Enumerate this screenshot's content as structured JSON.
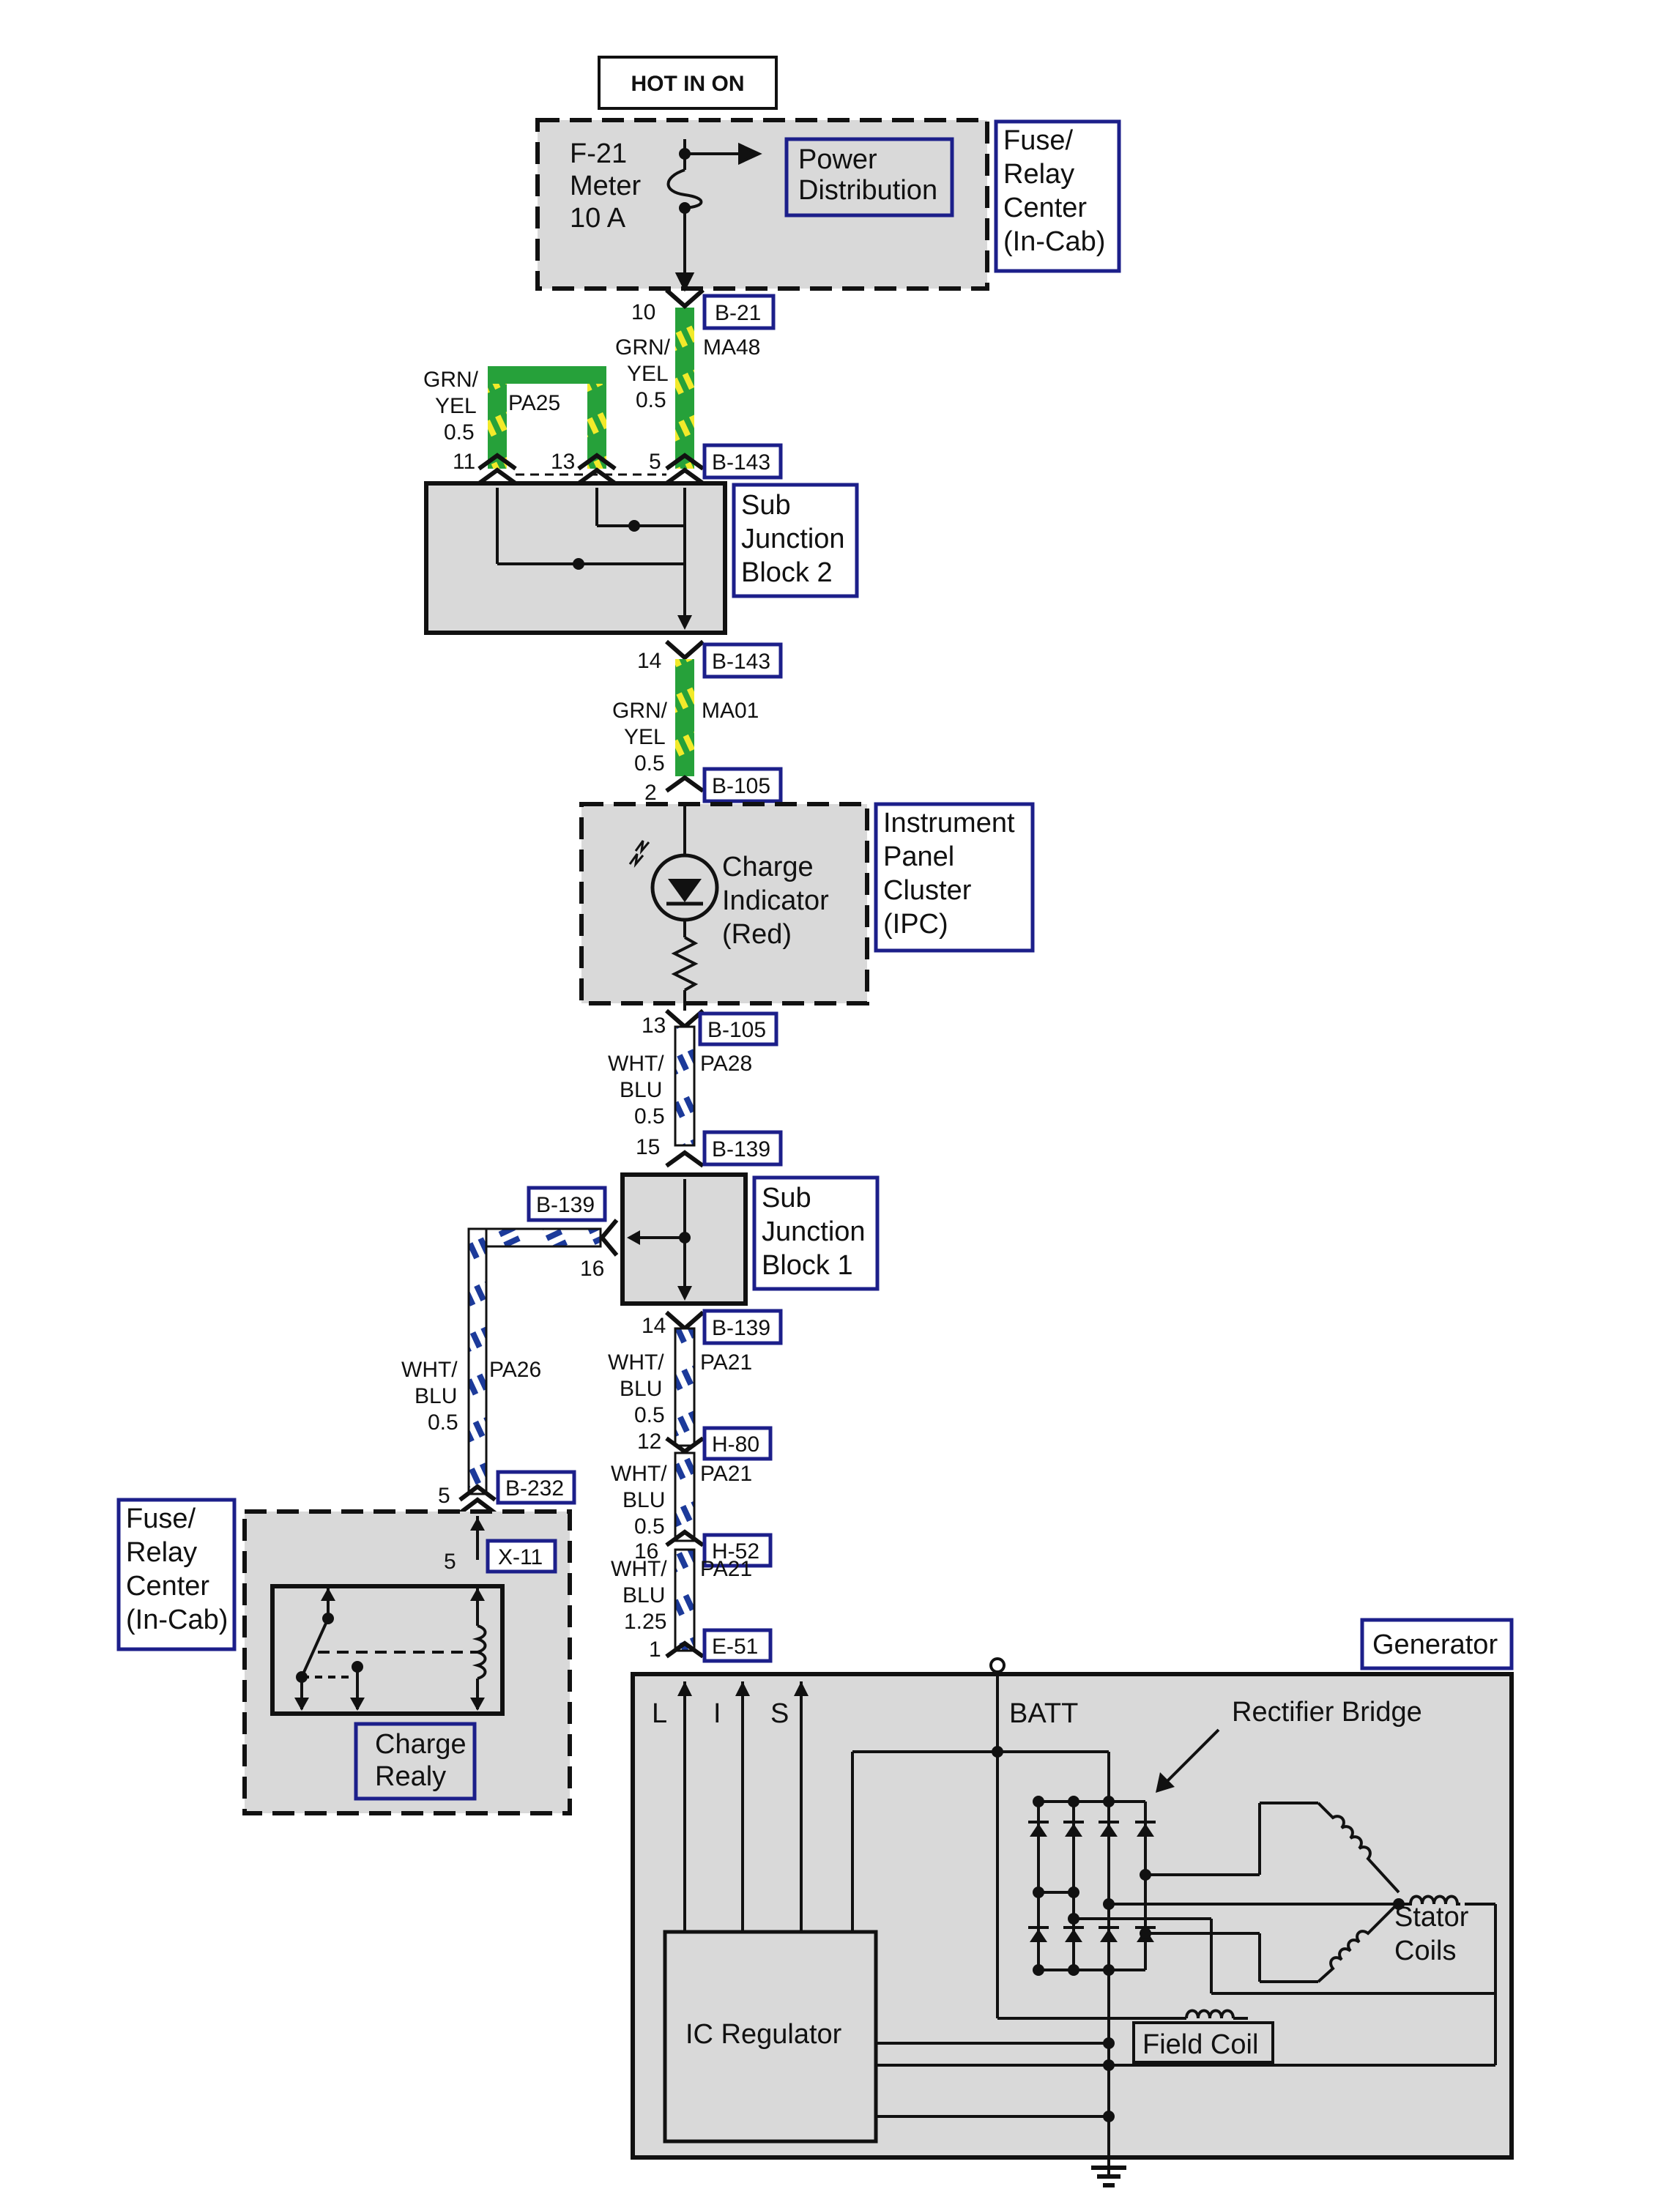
{
  "hot_label": "HOT IN ON",
  "fuse": {
    "lines": [
      "F-21",
      "Meter",
      "10 A"
    ]
  },
  "labels": {
    "power_distribution": [
      "Power",
      "Distribution"
    ],
    "frc_top": [
      "Fuse/",
      "Relay",
      "Center",
      "(In-Cab)"
    ],
    "frc_left": [
      "Fuse/",
      "Relay",
      "Center",
      "(In-Cab)"
    ],
    "sjb2": [
      "Sub",
      "Junction",
      "Block 2"
    ],
    "sjb1": [
      "Sub",
      "Junction",
      "Block 1"
    ],
    "ipc": [
      "Instrument",
      "Panel",
      "Cluster",
      "(IPC)"
    ],
    "charge_indicator": [
      "Charge",
      "Indicator",
      "(Red)"
    ],
    "charge_relay": [
      "Charge",
      "Realy"
    ],
    "generator": "Generator",
    "ic_regulator": "IC Regulator",
    "field_coil": "Field Coil",
    "rectifier_bridge": "Rectifier Bridge",
    "stator_coils": [
      "Stator",
      "Coils"
    ],
    "batt": "BATT",
    "term_l": "L",
    "term_i": "I",
    "term_s": "S"
  },
  "connectors": {
    "b21": "B-21",
    "b143_top": "B-143",
    "b143_bot": "B-143",
    "b105_top": "B-105",
    "b105_bot": "B-105",
    "b139_top": "B-139",
    "b139_left": "B-139",
    "b139_bot": "B-139",
    "h80": "H-80",
    "h52": "H-52",
    "e51": "E-51",
    "b232": "B-232",
    "x11": "X-11"
  },
  "pins": {
    "p10": "10",
    "p11": "11",
    "p13a": "13",
    "p5a": "5",
    "p14a": "14",
    "p2": "2",
    "p13b": "13",
    "p15": "15",
    "p16a": "16",
    "p14b": "14",
    "p12": "12",
    "p16b": "16",
    "p1": "1",
    "p5b": "5",
    "p5c": "5"
  },
  "wires": {
    "ma48": {
      "color": [
        "GRN/",
        "YEL"
      ],
      "size": "0.5",
      "circuit": "MA48"
    },
    "pa25": {
      "color": [
        "GRN/",
        "YEL"
      ],
      "size": "0.5",
      "circuit": "PA25"
    },
    "ma01": {
      "color": [
        "GRN/",
        "YEL"
      ],
      "size": "0.5",
      "circuit": "MA01"
    },
    "pa28": {
      "color": [
        "WHT/",
        "BLU"
      ],
      "size": "0.5",
      "circuit": "PA28"
    },
    "pa26": {
      "color": [
        "WHT/",
        "BLU"
      ],
      "size": "0.5",
      "circuit": "PA26"
    },
    "pa21a": {
      "color": [
        "WHT/",
        "BLU"
      ],
      "size": "0.5",
      "circuit": "PA21"
    },
    "pa21b": {
      "color": [
        "WHT/",
        "BLU"
      ],
      "size": "0.5",
      "circuit": "PA21"
    },
    "pa21c": {
      "color": [
        "WHT/",
        "BLU"
      ],
      "size": "1.25",
      "circuit": "PA21"
    }
  },
  "colors": {
    "box_fill": "#d9d9d9",
    "label_border": "#1c1f8a",
    "grn_wire": "#26a13a",
    "yel_stripe": "#f2ea2a",
    "blu_stripe": "#1c3a9a"
  }
}
